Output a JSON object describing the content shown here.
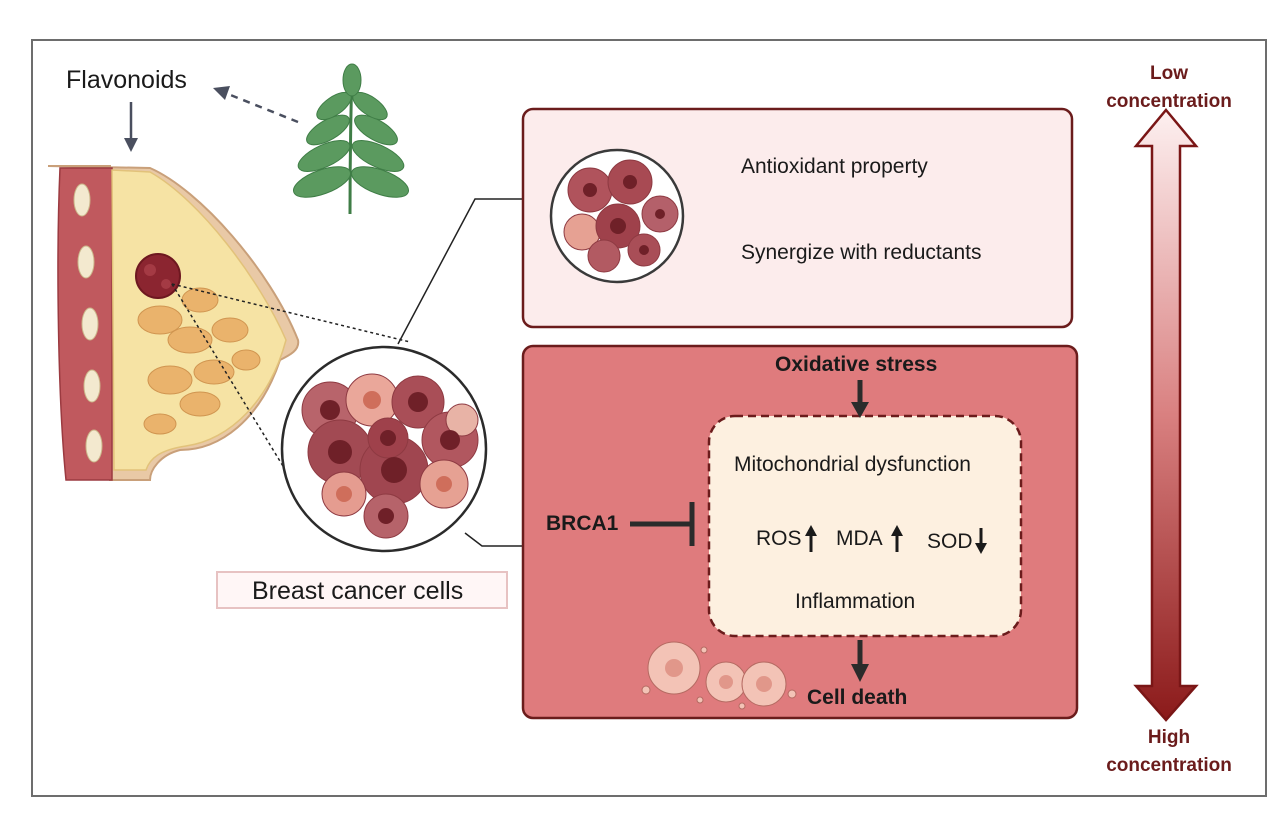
{
  "labels": {
    "flavonoids": "Flavonoids",
    "breast_cancer_cells": "Breast cancer cells"
  },
  "low_box": {
    "line1": "Antioxidant property",
    "line2": "Synergize with reductants"
  },
  "high_box": {
    "top": "Oxidative stress",
    "inhibitor": "BRCA1",
    "mito": "Mitochondrial dysfunction",
    "markers": [
      "ROS",
      "MDA",
      "SOD"
    ],
    "inflammation": "Inflammation",
    "bottom": "Cell death"
  },
  "scale": {
    "top_line1": "Low",
    "top_line2": "concentration",
    "bottom_line1": "High",
    "bottom_line2": "concentration"
  },
  "colors": {
    "low_box_fill": "#fcecec",
    "high_box_fill": "#df7b7d",
    "inner_box_fill": "#fdf0e0",
    "border_dark": "#6b1c1c",
    "arrow_dark": "#2b2b2b"
  }
}
